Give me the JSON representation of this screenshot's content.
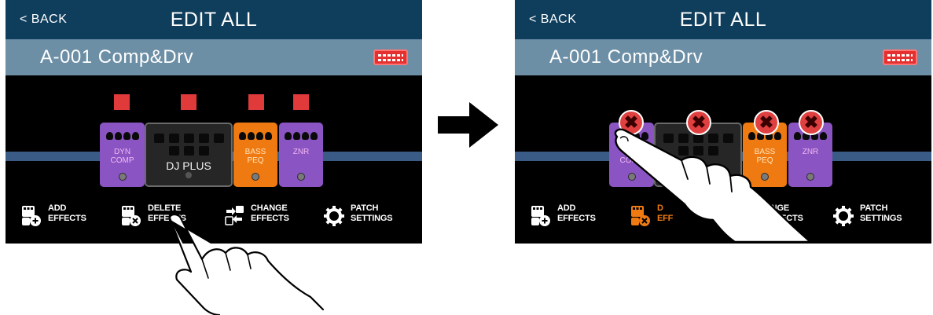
{
  "screens": [
    {
      "header": {
        "back_label": "< BACK",
        "title": "EDIT ALL"
      },
      "patch": {
        "name": "A-001 Comp&Drv",
        "keyboard_icon": "keyboard-icon"
      },
      "effects": [
        {
          "label": "DYN\nCOMP",
          "color": "#8a55c2"
        },
        {
          "label": "DJ PLUS",
          "color": "#262626"
        },
        {
          "label": "BASS\nPEQ",
          "color": "#f07a12"
        },
        {
          "label": "ZNR",
          "color": "#8a55c2"
        }
      ],
      "toolbar": [
        {
          "line1": "ADD",
          "line2": "EFFECTS"
        },
        {
          "line1": "DELETE",
          "line2": "EFFECTS"
        },
        {
          "line1": "CHANGE",
          "line2": "EFFECTS"
        },
        {
          "line1": "PATCH",
          "line2": "SETTINGS"
        }
      ]
    },
    {
      "header": {
        "back_label": "< BACK",
        "title": "EDIT ALL"
      },
      "patch": {
        "name": "A-001 Comp&Drv",
        "keyboard_icon": "keyboard-icon"
      },
      "effects": [
        {
          "label": "DYN\nCOMP",
          "color": "#8a55c2"
        },
        {
          "label": "",
          "color": "#262626"
        },
        {
          "label": "BASS\nPEQ",
          "color": "#f07a12"
        },
        {
          "label": "ZNR",
          "color": "#8a55c2"
        }
      ],
      "delete_mark": "✖",
      "toolbar": [
        {
          "line1": "ADD",
          "line2": "EFFECTS"
        },
        {
          "line1": "D",
          "line2": "EFF"
        },
        {
          "line1": "ANGE",
          "line2": "EFFECTS"
        },
        {
          "line1": "PATCH",
          "line2": "SETTINGS"
        }
      ]
    }
  ],
  "colors": {
    "header_bg": "#0f3d5c",
    "patch_bar_bg": "#6d8fa6",
    "chain_line": "#3a5b85",
    "select_red": "#e03a3a",
    "active_orange": "#f07a12"
  }
}
